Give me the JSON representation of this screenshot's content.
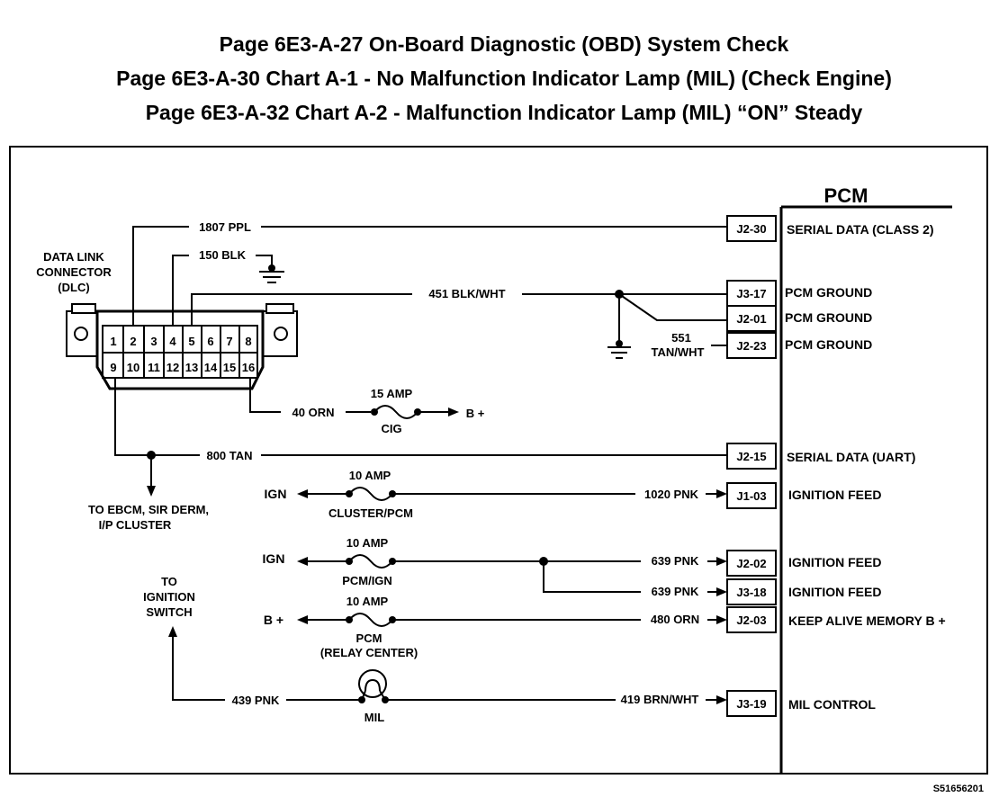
{
  "titles": [
    "Page 6E3-A-27 On-Board Diagnostic (OBD) System Check",
    "Page 6E3-A-30 Chart A-1 - No Malfunction Indicator Lamp (MIL) (Check Engine)",
    "Page 6E3-A-32 Chart A-2 - Malfunction Indicator Lamp (MIL) “ON” Steady"
  ],
  "pcm": {
    "label": "PCM"
  },
  "dlc": {
    "label_line1": "DATA LINK",
    "label_line2": "CONNECTOR",
    "label_line3": "(DLC)",
    "pins_top": [
      "1",
      "2",
      "3",
      "4",
      "5",
      "6",
      "7",
      "8"
    ],
    "pins_bottom": [
      "9",
      "10",
      "11",
      "12",
      "13",
      "14",
      "15",
      "16"
    ]
  },
  "wires": {
    "w1807": "1807 PPL",
    "w150": "150 BLK",
    "w451": "451 BLK/WHT",
    "w551_line1": "551",
    "w551_line2": "TAN/WHT",
    "w40": "40 ORN",
    "w800": "800 TAN",
    "w1020": "1020 PNK",
    "w639a": "639 PNK",
    "w639b": "639 PNK",
    "w480": "480 ORN",
    "w439": "439 PNK",
    "w419": "419 BRN/WHT"
  },
  "terminals": [
    {
      "pin": "J2-30",
      "desc": "SERIAL DATA (CLASS 2)"
    },
    {
      "pin": "J3-17",
      "desc": "PCM GROUND"
    },
    {
      "pin": "J2-01",
      "desc": "PCM GROUND"
    },
    {
      "pin": "J2-23",
      "desc": "PCM GROUND"
    },
    {
      "pin": "J2-15",
      "desc": "SERIAL DATA (UART)"
    },
    {
      "pin": "J1-03",
      "desc": "IGNITION FEED"
    },
    {
      "pin": "J2-02",
      "desc": "IGNITION FEED"
    },
    {
      "pin": "J3-18",
      "desc": "IGNITION FEED"
    },
    {
      "pin": "J2-03",
      "desc": "KEEP ALIVE MEMORY B +"
    },
    {
      "pin": "J3-19",
      "desc": "MIL CONTROL"
    }
  ],
  "fuses": {
    "cig_amp": "15 AMP",
    "cig_name": "CIG",
    "cig_dest": "B +",
    "cluster_amp": "10 AMP",
    "cluster_name": "CLUSTER/PCM",
    "cluster_dest": "IGN",
    "pcmign_amp": "10 AMP",
    "pcmign_name": "PCM/IGN",
    "pcmign_dest": "IGN",
    "pcm_amp": "10 AMP",
    "pcm_name": "PCM",
    "pcm_name2": "(RELAY CENTER)",
    "pcm_dest": "B +"
  },
  "notes": {
    "ebcm_line1": "TO EBCM, SIR DERM,",
    "ebcm_line2": "I/P CLUSTER",
    "ign_line1": "TO",
    "ign_line2": "IGNITION",
    "ign_line3": "SWITCH",
    "mil": "MIL"
  },
  "figure_id": "S51656201"
}
